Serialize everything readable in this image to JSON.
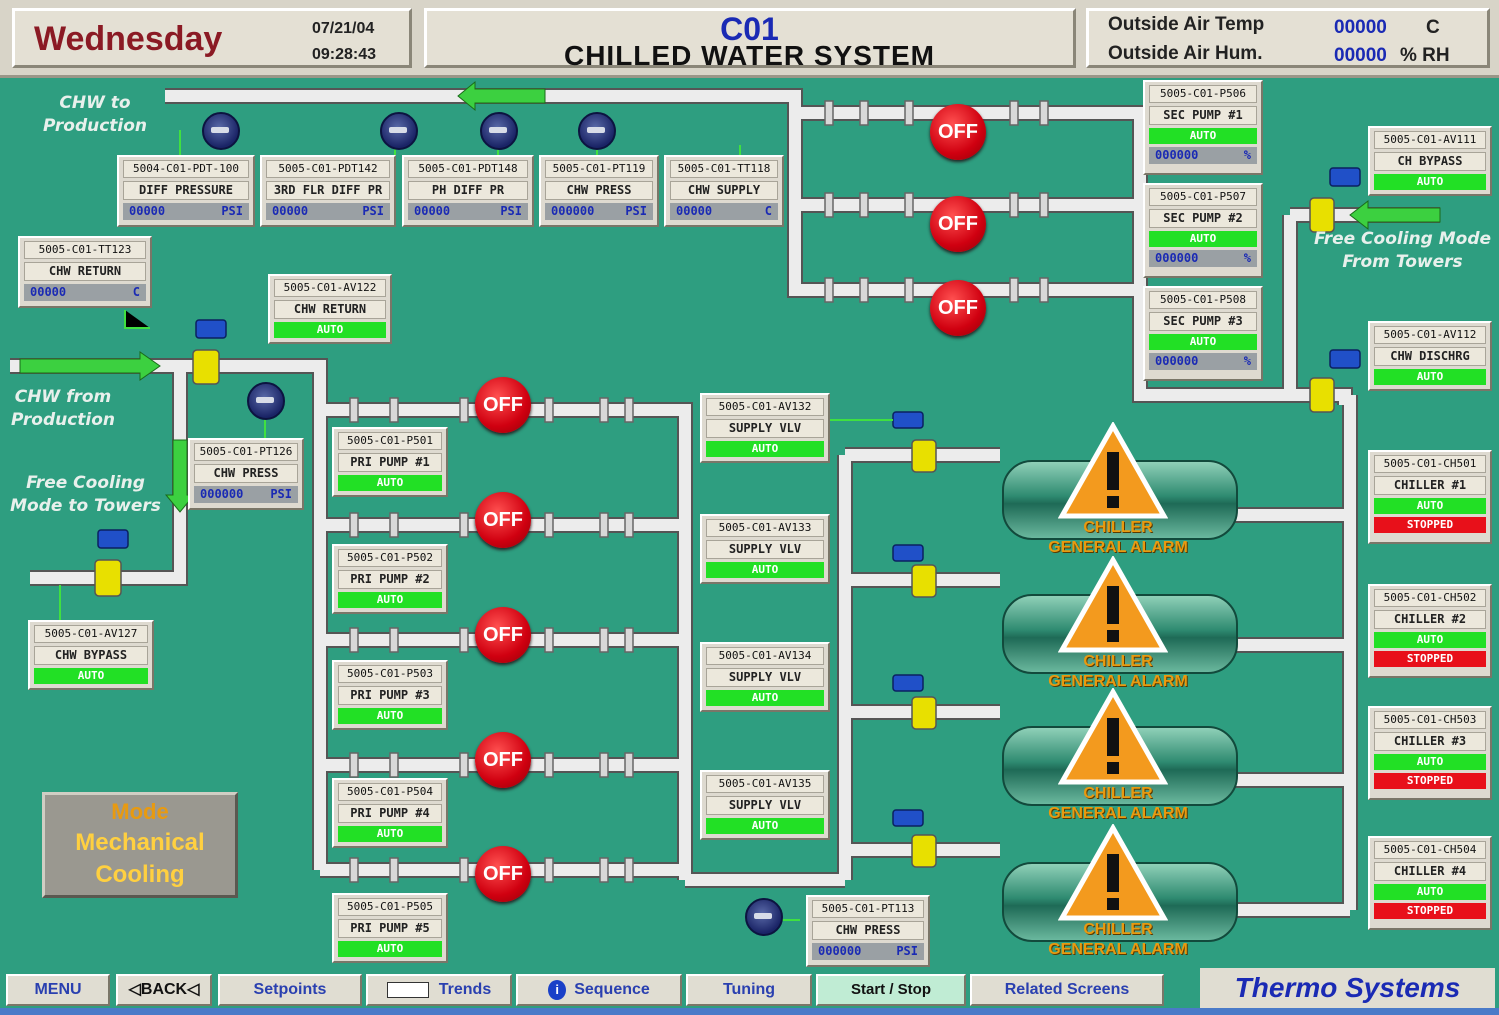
{
  "header": {
    "day": "Wednesday",
    "date": "07/21/04",
    "time": "09:28:43",
    "system_code": "C01",
    "system_title": "CHILLED WATER SYSTEM",
    "oat_label": "Outside Air Temp",
    "oat_value": "00000",
    "oat_unit": "C",
    "oah_label": "Outside Air Hum.",
    "oah_value": "00000",
    "oah_unit": "% RH"
  },
  "labels": {
    "chw_to_prod": "CHW to Production",
    "chw_from_prod": "CHW from Production",
    "free_cool_to": "Free Cooling Mode to Towers",
    "free_cool_from": "Free Cooling Mode From Towers"
  },
  "sensors": [
    {
      "tag": "5004-C01-PDT-100",
      "desc": "DIFF PRESSURE",
      "value": "00000",
      "unit": "PSI"
    },
    {
      "tag": "5005-C01-PDT142",
      "desc": "3RD FLR DIFF PR",
      "value": "00000",
      "unit": "PSI"
    },
    {
      "tag": "5005-C01-PDT148",
      "desc": "PH DIFF PR",
      "value": "00000",
      "unit": "PSI"
    },
    {
      "tag": "5005-C01-PT119",
      "desc": "CHW PRESS",
      "value": "000000",
      "unit": "PSI"
    },
    {
      "tag": "5005-C01-TT118",
      "desc": "CHW SUPPLY",
      "value": "00000",
      "unit": "C"
    },
    {
      "tag": "5005-C01-TT123",
      "desc": "CHW RETURN",
      "value": "00000",
      "unit": "C"
    },
    {
      "tag": "5005-C01-PT126",
      "desc": "CHW PRESS",
      "value": "000000",
      "unit": "PSI"
    },
    {
      "tag": "5005-C01-PT113",
      "desc": "CHW PRESS",
      "value": "000000",
      "unit": "PSI"
    }
  ],
  "valves": [
    {
      "tag": "5005-C01-AV122",
      "desc": "CHW RETURN",
      "status": "AUTO"
    },
    {
      "tag": "5005-C01-AV127",
      "desc": "CHW BYPASS",
      "status": "AUTO"
    },
    {
      "tag": "5005-C01-AV132",
      "desc": "SUPPLY VLV",
      "status": "AUTO"
    },
    {
      "tag": "5005-C01-AV133",
      "desc": "SUPPLY VLV",
      "status": "AUTO"
    },
    {
      "tag": "5005-C01-AV134",
      "desc": "SUPPLY VLV",
      "status": "AUTO"
    },
    {
      "tag": "5005-C01-AV135",
      "desc": "SUPPLY VLV",
      "status": "AUTO"
    },
    {
      "tag": "5005-C01-AV111",
      "desc": "CH BYPASS",
      "status": "AUTO"
    },
    {
      "tag": "5005-C01-AV112",
      "desc": "CHW DISCHRG",
      "status": "AUTO"
    }
  ],
  "sec_pumps": [
    {
      "tag": "5005-C01-P506",
      "desc": "SEC PUMP #1",
      "status": "AUTO",
      "value": "000000",
      "unit": "%",
      "state": "OFF"
    },
    {
      "tag": "5005-C01-P507",
      "desc": "SEC PUMP #2",
      "status": "AUTO",
      "value": "000000",
      "unit": "%",
      "state": "OFF"
    },
    {
      "tag": "5005-C01-P508",
      "desc": "SEC PUMP #3",
      "status": "AUTO",
      "value": "000000",
      "unit": "%",
      "state": "OFF"
    }
  ],
  "pri_pumps": [
    {
      "tag": "5005-C01-P501",
      "desc": "PRI PUMP #1",
      "status": "AUTO",
      "state": "OFF"
    },
    {
      "tag": "5005-C01-P502",
      "desc": "PRI PUMP #2",
      "status": "AUTO",
      "state": "OFF"
    },
    {
      "tag": "5005-C01-P503",
      "desc": "PRI PUMP #3",
      "status": "AUTO",
      "state": "OFF"
    },
    {
      "tag": "5005-C01-P504",
      "desc": "PRI PUMP #4",
      "status": "AUTO",
      "state": "OFF"
    },
    {
      "tag": "5005-C01-P505",
      "desc": "PRI PUMP #5",
      "status": "AUTO",
      "state": "OFF"
    }
  ],
  "chillers": [
    {
      "tag": "5005-C01-CH501",
      "desc": "CHILLER #1",
      "status": "AUTO",
      "run": "STOPPED",
      "alarm1": "CHILLER",
      "alarm2": "GENERAL ALARM"
    },
    {
      "tag": "5005-C01-CH502",
      "desc": "CHILLER #2",
      "status": "AUTO",
      "run": "STOPPED",
      "alarm1": "CHILLER",
      "alarm2": "GENERAL ALARM"
    },
    {
      "tag": "5005-C01-CH503",
      "desc": "CHILLER #3",
      "status": "AUTO",
      "run": "STOPPED",
      "alarm1": "CHILLER",
      "alarm2": "GENERAL ALARM"
    },
    {
      "tag": "5005-C01-CH504",
      "desc": "CHILLER #4",
      "status": "AUTO",
      "run": "STOPPED",
      "alarm1": "CHILLER",
      "alarm2": "GENERAL ALARM"
    }
  ],
  "mode": {
    "title": "Mode",
    "line1": "Mechanical",
    "line2": "Cooling"
  },
  "footer": {
    "menu": "MENU",
    "back": "BACK",
    "setpoints": "Setpoints",
    "trends": "Trends",
    "sequence": "Sequence",
    "tuning": "Tuning",
    "startstop": "Start / Stop",
    "related": "Related Screens",
    "brand": "Thermo Systems"
  },
  "colors": {
    "background": "#2e9e80",
    "pipe": "#e8e8e8",
    "auto": "#22e025",
    "stopped": "#e8101a",
    "value_text": "#1a2ab4",
    "alarm": "#f0a020"
  }
}
